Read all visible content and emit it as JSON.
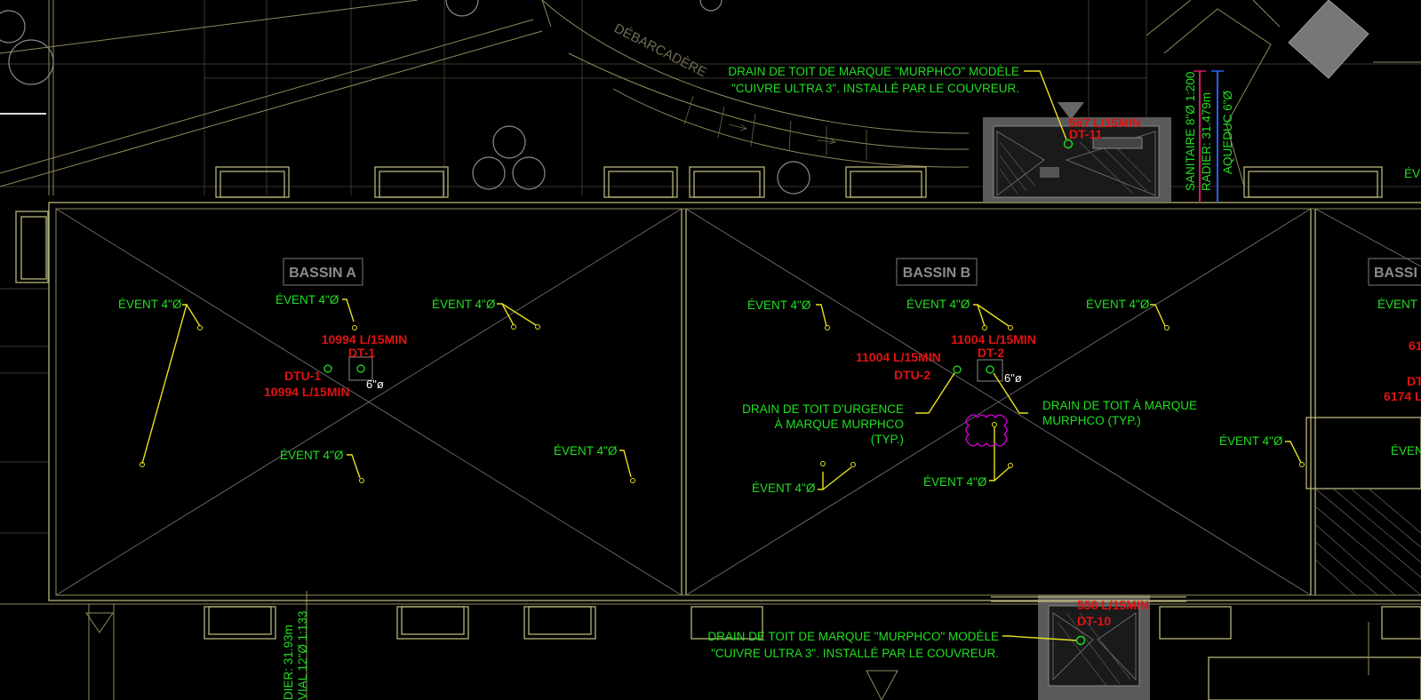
{
  "street_label": "DÉBARCADÈRE",
  "basins": {
    "a": "BASSIN A",
    "b": "BASSIN B",
    "c": "BASSI"
  },
  "vent_label": "ÉVENT 4\"Ø",
  "vent_label_cut": "ÉVEN",
  "vent_label_cut2": "ÉVENT 4",
  "pipe_size": "6\"ø",
  "drains": {
    "dt1_flow": "10994 L/15MIN",
    "dt1_id": "DT-1",
    "dtu1_id": "DTU-1",
    "dtu1_flow": "10994 L/15MIN",
    "dt2_flow": "11004 L/15MIN",
    "dt2_id": "DT-2",
    "dtu2_flow": "11004 L/15MIN",
    "dtu2_id": "DTU-2",
    "dt11_flow": "567 L/15MIN",
    "dt11_id": "DT-11",
    "dt10_flow": "558 L/15MIN",
    "dt10_id": "DT-10",
    "right_flow_1": "61",
    "right_id": "DT",
    "right_flow_2": "6174 L"
  },
  "notes": {
    "murphco_model_line1": "DRAIN DE TOIT DE MARQUE \"MURPHCO\" MODÈLE",
    "murphco_model_line2": "\"CUIVRE ULTRA 3\". INSTALLÉ PAR LE COUVREUR.",
    "emergency_line1": "DRAIN DE TOIT D'URGENCE",
    "emergency_line2": "À MARQUE MURPHCO",
    "emergency_line3": "(TYP.)",
    "drain_typ_line1": "DRAIN DE TOIT À MARQUE",
    "drain_typ_line2": "MURPHCO (TYP.)"
  },
  "utilities": {
    "sanitaire": "SANITAIRE 8\"Ø 1:200",
    "radier": "RADIER: 31.479m",
    "aqueduc": "AQUEDUC 6\"Ø",
    "radier_bottom": "DIER: 31.93m",
    "pluvial_bottom": "VIAL 12\"Ø 1:133"
  },
  "colors": {
    "background": "#000000",
    "note_green": "#1fe01f",
    "flow_red": "#e01212",
    "leader_yellow": "#e8e020",
    "outline": "#8f8b5c",
    "cloud_magenta": "#e000e0"
  }
}
